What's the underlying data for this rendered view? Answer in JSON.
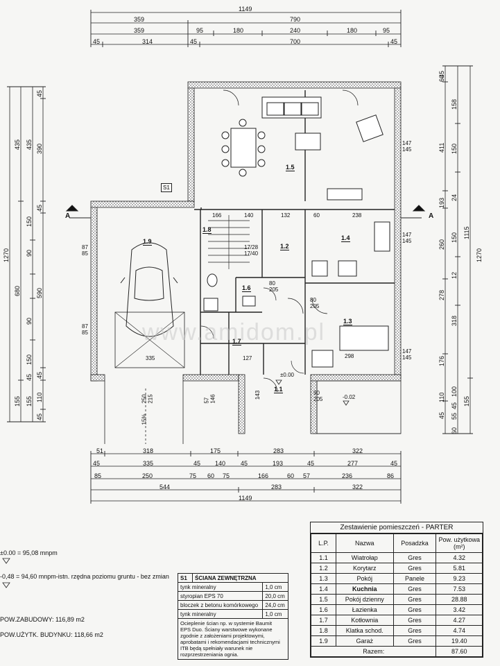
{
  "dims_top": {
    "r1": [
      "1149"
    ],
    "r2": [
      "359",
      "790"
    ],
    "r3": [
      "359",
      "95",
      "180",
      "240",
      "180",
      "95"
    ],
    "r4": [
      "45",
      "314",
      "45",
      "700",
      "45"
    ]
  },
  "dims_bottom": {
    "r1": [
      "51",
      "318",
      "175",
      "283",
      "322"
    ],
    "r2": [
      "45",
      "335",
      "45",
      "140",
      "45",
      "193",
      "45",
      "277",
      "45"
    ],
    "r3": [
      "85",
      "250",
      "75",
      "60",
      "75",
      "166",
      "60",
      "57",
      "236",
      "86"
    ],
    "r4": [
      "544",
      "283",
      "322"
    ],
    "r5": [
      "1149"
    ]
  },
  "dims_left": {
    "c1": [
      "1270"
    ],
    "c2": [
      "435",
      "680",
      "155"
    ],
    "c3": [
      "435",
      "150",
      "90",
      "90",
      "150",
      "45",
      "155"
    ],
    "c4": [
      "45",
      "390",
      "45",
      "590",
      "45",
      "110",
      "45"
    ]
  },
  "dims_right": {
    "c1": [
      "45",
      "60",
      "411",
      "193",
      "260",
      "278",
      "176",
      "110",
      "45",
      "55",
      "60"
    ],
    "c2": [
      "158",
      "150",
      "24",
      "150",
      "12",
      "318",
      "100",
      "45"
    ],
    "c3": [
      "1115",
      "1270",
      "155"
    ]
  },
  "rooms": [
    "1.1",
    "1.2",
    "1.3",
    "1.4",
    "1.5",
    "1.6",
    "1.7",
    "1.8",
    "1.9"
  ],
  "section_labels": {
    "a_left": "A",
    "a_right": "A",
    "s1": "S1"
  },
  "plan_labels": {
    "garage_w": "335",
    "stairs": "17/28\n17/40",
    "door_80_205": "80\n205",
    "entry_level": "±0.00",
    "terrace_level": "-0.02",
    "slope": "15%",
    "w147_145": "147\n145",
    "w87_85": "87\n85",
    "w80_205b": "80\n205",
    "d166": "166",
    "d140": "140",
    "d132": "132",
    "d60": "60",
    "d238": "238",
    "d127": "127",
    "d298": "298",
    "d143": "143",
    "d90_205": "90\n205",
    "d250_215": "250\n215",
    "d57_146": "57\n146"
  },
  "watermark": "www.amidom.pl",
  "levels": {
    "l1": "±0.00 = 95,08 mnpm",
    "l2": "-0,48 = 94,60 mnpm-istn. rzędna poziomu gruntu - bez zmian"
  },
  "areas": {
    "built": "POW.ZABUDOWY: 116,89 m2",
    "usable": "POW.UŻYTK. BUDYNKU: 118,66 m2"
  },
  "wall_spec": {
    "code": "S1",
    "title": "ŚCIANA ZEWNĘTRZNA",
    "layers": [
      {
        "name": "tynk mineralny",
        "thickness": "1,0 cm"
      },
      {
        "name": "styropian EPS 70",
        "thickness": "20,0 cm"
      },
      {
        "name": "bloczek z betonu komórkowego",
        "thickness": "24,0 cm"
      },
      {
        "name": "tynk mineralny",
        "thickness": "1,0 cm"
      }
    ],
    "note": "Ocieplenie ścian np. w systemie Baumit\nEPS Duo. Ściany warstwowe wykonane\nzgodnie z założeniami projektowymi,\naprobatami i rekomendacjami technicznymi\nITB będą spełniały warunek nie\nrozprzestrzeniania ognia."
  },
  "room_table": {
    "title": "Zestawienie pomieszczeń - PARTER",
    "headers": [
      "L.P.",
      "Nazwa",
      "Posadzka",
      "Pow. użytkowa\n(m²)"
    ],
    "rows": [
      [
        "1.1",
        "Wiatrołap",
        "Gres",
        "4.32"
      ],
      [
        "1.2",
        "Korytarz",
        "Gres",
        "5.81"
      ],
      [
        "1.3",
        "Pokój",
        "Panele",
        "9.23"
      ],
      [
        "1.4",
        "Kuchnia",
        "Gres",
        "7.53"
      ],
      [
        "1.5",
        "Pokój dzienny",
        "Gres",
        "28.88"
      ],
      [
        "1.6",
        "Łazienka",
        "Gres",
        "3.42"
      ],
      [
        "1.7",
        "Kotłownia",
        "Gres",
        "4.27"
      ],
      [
        "1.8",
        "Klatka schod.",
        "Gres",
        "4.74"
      ],
      [
        "1.9",
        "Garaż",
        "Gres",
        "19.40"
      ]
    ],
    "total_label": "Razem:",
    "total_value": "87.60"
  }
}
